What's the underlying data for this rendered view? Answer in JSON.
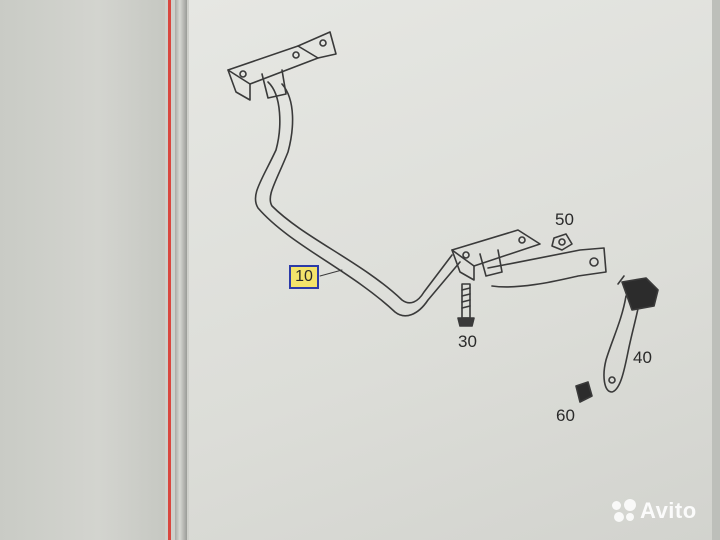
{
  "callouts": {
    "stabilizer_bar": "10",
    "bolt": "30",
    "link": "40",
    "nut_top": "50",
    "nut_bottom": "60"
  },
  "watermark": {
    "text": "Avito",
    "logo": "avito-logo"
  },
  "colors": {
    "highlight_fill": "#f3e36b",
    "highlight_border": "#2b3aa8",
    "divider": "#d9473f"
  }
}
